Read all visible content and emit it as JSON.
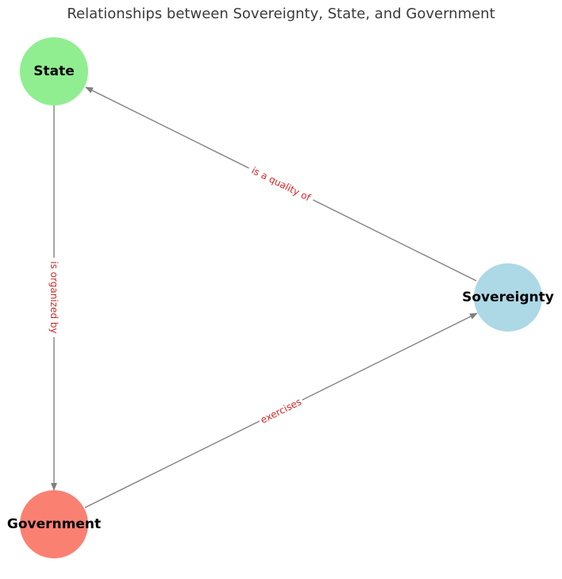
{
  "title": "Relationships between Sovereignty, State, and Government",
  "colors": {
    "edge": "#808080",
    "edge_label": "#d62728",
    "state": "#90ee90",
    "sovereignty": "#add8e6",
    "government": "#fa8072"
  },
  "nodes": {
    "state": {
      "label": "State"
    },
    "sovereignty": {
      "label": "Sovereignty"
    },
    "government": {
      "label": "Government"
    }
  },
  "edges": [
    {
      "from": "Sovereignty",
      "to": "State",
      "label": "is a quality of"
    },
    {
      "from": "State",
      "to": "Government",
      "label": "is organized by"
    },
    {
      "from": "Government",
      "to": "Sovereignty",
      "label": "exercises"
    }
  ]
}
